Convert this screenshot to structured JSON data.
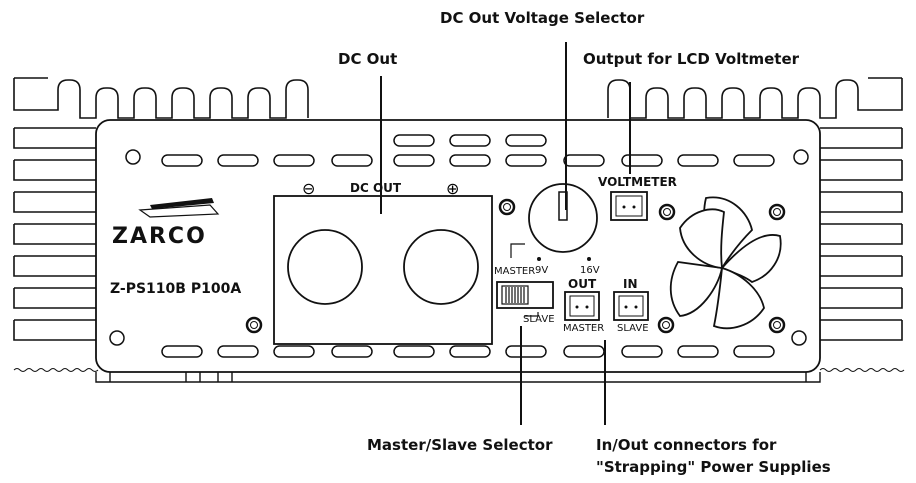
{
  "callouts": {
    "voltage_selector": "DC Out Voltage Selector",
    "dc_out": "DC Out",
    "lcd_voltmeter": "Output for LCD Voltmeter",
    "master_slave": "Master/Slave Selector",
    "inout_line1": "In/Out connectors for",
    "inout_line2": "\"Strapping\" Power Supplies"
  },
  "panel": {
    "dc_out_label": "DC OUT",
    "minus_symbol": "⊖",
    "plus_symbol": "⊕",
    "voltmeter_label": "VOLTMETER",
    "master_label": "MASTER",
    "slave_label": "SLAVE",
    "v9_label": "9V",
    "v16_label": "16V",
    "out_label": "OUT",
    "in_label": "IN",
    "out_sub_label": "MASTER",
    "in_sub_label": "SLAVE",
    "brand": "ZARCO",
    "model": "Z-PS110B P100A"
  }
}
